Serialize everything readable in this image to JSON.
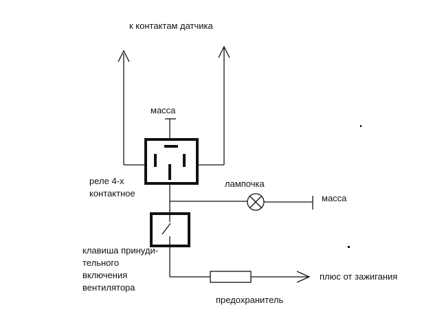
{
  "labels": {
    "sensor_contacts": "к контактам датчика",
    "relay_ground": "масса",
    "relay_line1": "реле 4-х",
    "relay_line2": "контактное",
    "lamp": "лампочка",
    "lamp_ground": "масса",
    "switch_line1": "клавиша принуди-",
    "switch_line2": "тельного",
    "switch_line3": "включения",
    "switch_line4": "вентилятора",
    "ignition_plus": "плюс от зажигания",
    "fuse": "предохранитель"
  },
  "colors": {
    "ink": "#111111",
    "background": "#ffffff"
  }
}
